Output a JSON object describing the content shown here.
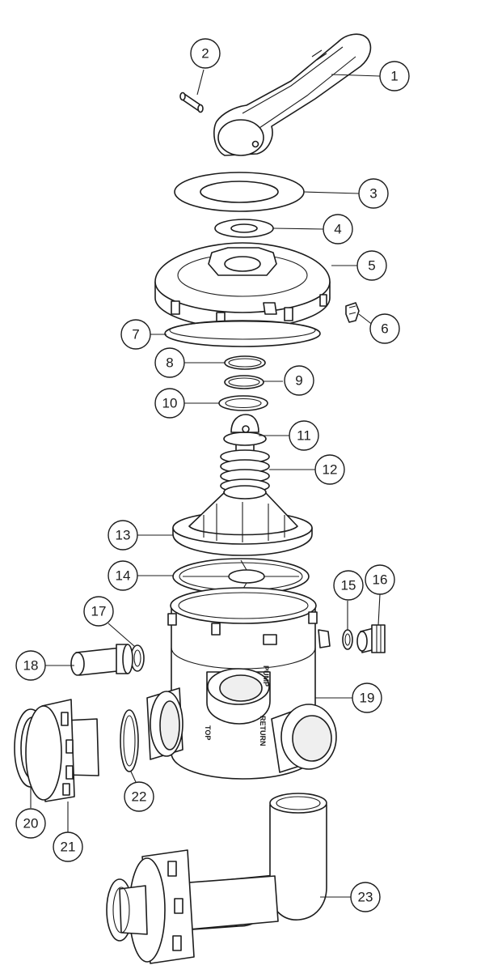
{
  "diagram": {
    "type": "exploded-parts-diagram",
    "port_labels": {
      "top": "TOP",
      "return": "RETURN",
      "pump": "PUMP"
    },
    "callouts": [
      {
        "id": "1",
        "label": "1"
      },
      {
        "id": "2",
        "label": "2"
      },
      {
        "id": "3",
        "label": "3"
      },
      {
        "id": "4",
        "label": "4"
      },
      {
        "id": "5",
        "label": "5"
      },
      {
        "id": "6",
        "label": "6"
      },
      {
        "id": "7",
        "label": "7"
      },
      {
        "id": "8",
        "label": "8"
      },
      {
        "id": "9",
        "label": "9"
      },
      {
        "id": "10",
        "label": "10"
      },
      {
        "id": "11",
        "label": "11"
      },
      {
        "id": "12",
        "label": "12"
      },
      {
        "id": "13",
        "label": "13"
      },
      {
        "id": "14",
        "label": "14"
      },
      {
        "id": "15",
        "label": "15"
      },
      {
        "id": "16",
        "label": "16"
      },
      {
        "id": "17",
        "label": "17"
      },
      {
        "id": "18",
        "label": "18"
      },
      {
        "id": "19",
        "label": "19"
      },
      {
        "id": "20",
        "label": "20"
      },
      {
        "id": "21",
        "label": "21"
      },
      {
        "id": "22",
        "label": "22"
      },
      {
        "id": "23",
        "label": "23"
      }
    ]
  }
}
